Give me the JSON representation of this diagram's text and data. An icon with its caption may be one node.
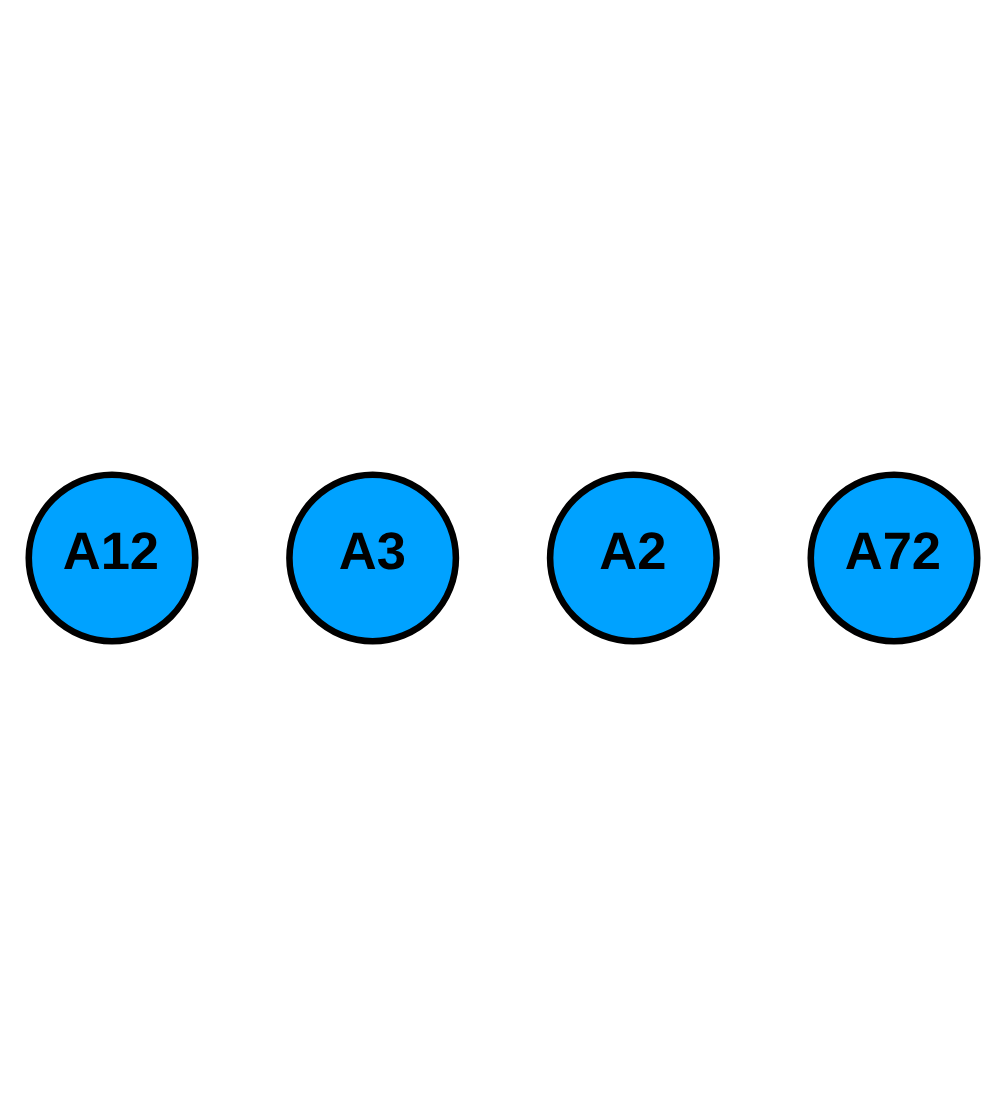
{
  "diagram": {
    "nodes": [
      {
        "text": [
          "A12"
        ]
      },
      {
        "text": [
          "A3"
        ]
      },
      {
        "text": [
          "A2"
        ]
      },
      {
        "text": [
          "A72"
        ]
      }
    ]
  }
}
